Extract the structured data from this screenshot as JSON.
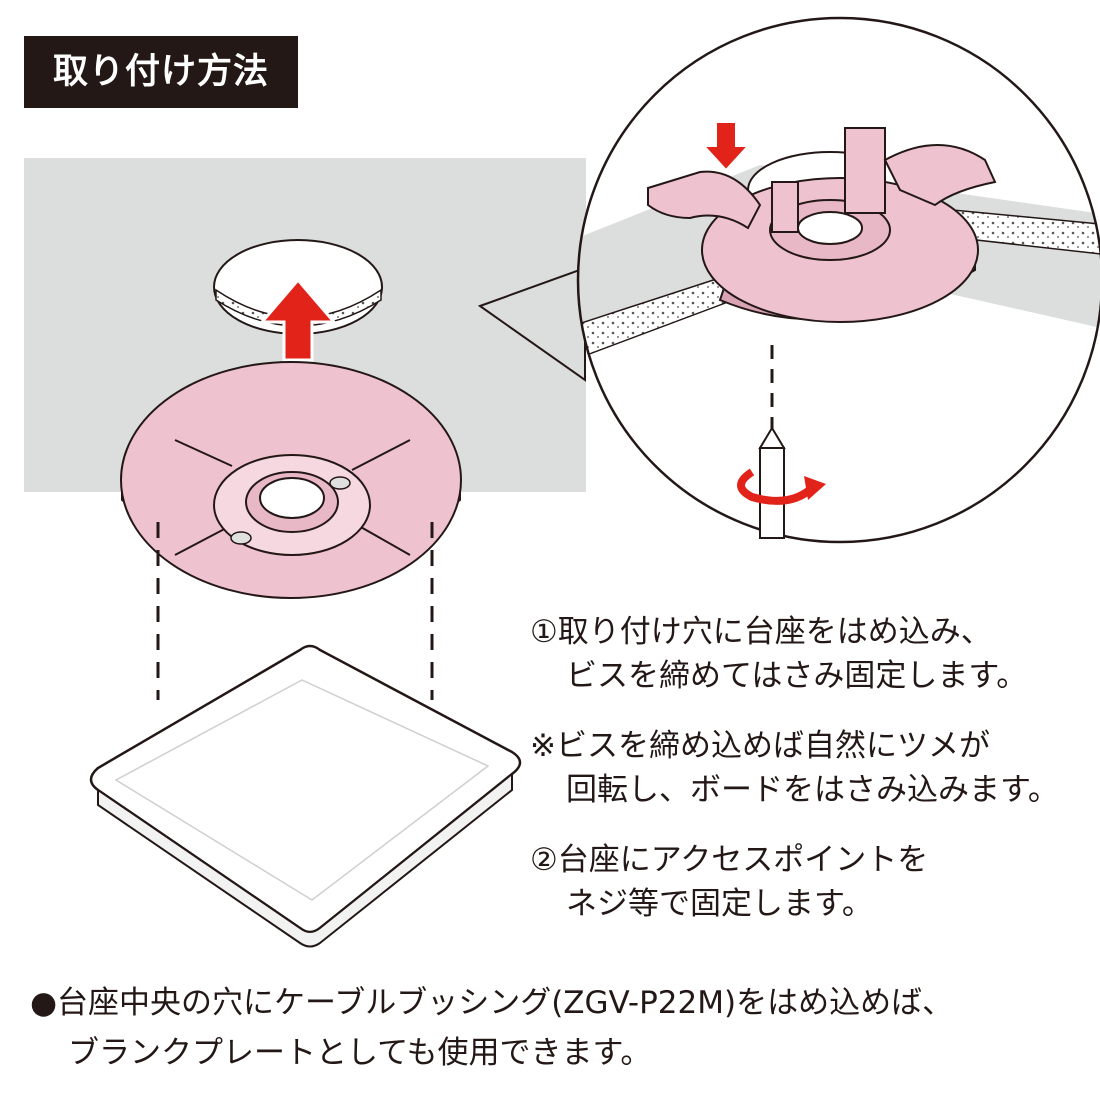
{
  "title": "取り付け方法",
  "colors": {
    "pink": "#efc2cf",
    "pink_dark": "#d9a3b3",
    "red_arrow": "#e2231a",
    "ceiling_gray": "#dcdddd",
    "ink": "#231815"
  },
  "icons": {
    "up_arrow": "up-arrow-icon",
    "down_arrow": "down-arrow-icon",
    "rotate": "rotate-arrow-icon",
    "screwdriver": "screwdriver-icon"
  },
  "steps": [
    {
      "line1": "①取り付け穴に台座をはめ込み、",
      "line2": "ビスを締めてはさみ固定します。"
    },
    {
      "line1": "※ビスを締め込めば自然にツメが",
      "line2": "回転し、ボードをはさみ込みます。"
    },
    {
      "line1": "②台座にアクセスポイントを",
      "line2": "ネジ等で固定します。"
    }
  ],
  "bottom_note": {
    "line1": "●台座中央の穴にケーブルブッシング(ZGV-P22M)をはめ込めば、",
    "line2": "ブランクプレートとしても使用できます。"
  }
}
